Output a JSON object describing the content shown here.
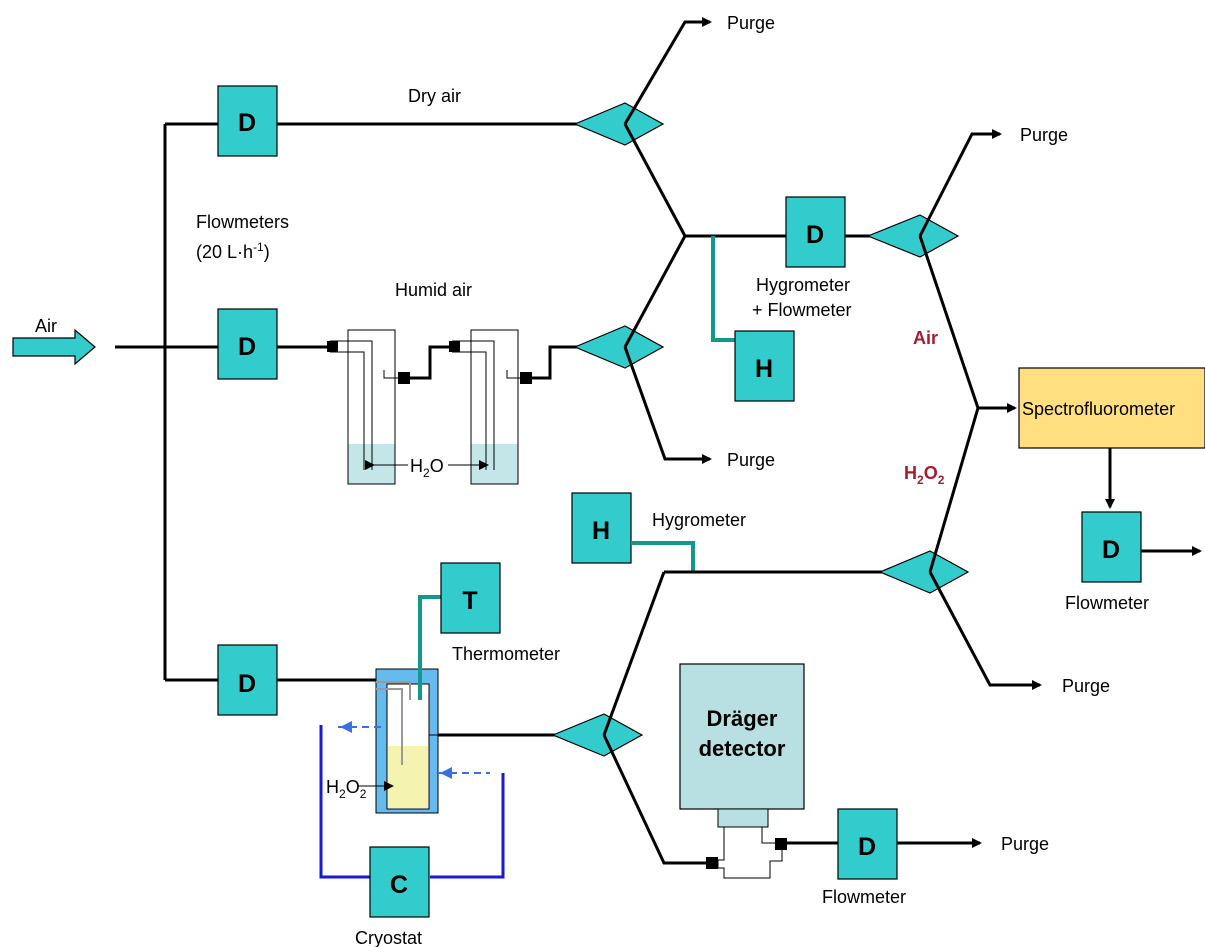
{
  "labels": {
    "air_in": "Air",
    "flowmeters_line1": "Flowmeters",
    "flowmeters_line2": "(20 L·h",
    "flowmeters_sup": "-1",
    "flowmeters_end": ")",
    "dry_air": "Dry air",
    "humid_air": "Humid air",
    "purge": "Purge",
    "hygrometer_flowmeter_line1": "Hygrometer",
    "hygrometer_flowmeter_line2": "+ Flowmeter",
    "air_branch": "Air",
    "h2o2_branch_a": "H",
    "h2o2_branch_sub1": "2",
    "h2o2_branch_b": "O",
    "h2o2_branch_sub2": "2",
    "spectrofluorometer": "Spectrofluorometer",
    "flowmeter": "Flowmeter",
    "hygrometer": "Hygrometer",
    "thermometer": "Thermometer",
    "cryostat": "Cryostat",
    "drager_line1": "Dräger",
    "drager_line2": "detector",
    "water_a": "H",
    "water_sub": "2",
    "water_b": "O",
    "peroxide_a": "H",
    "peroxide_sub1": "2",
    "peroxide_b": "O",
    "peroxide_sub2": "2"
  },
  "box_letters": {
    "flowmeter_device": "D",
    "hygrometer_device": "H",
    "thermometer_device": "T",
    "cryostat_device": "C"
  },
  "colors": {
    "device_fill": "#33cccc",
    "teal_line": "#11998f",
    "cryostat_loop": "#1a1ad2",
    "arrow_dashed": "#3b6fe6",
    "spectro_fill": "#ffdf80",
    "drager_fill": "#b8e0e2",
    "water_fill": "#c4e6e8",
    "peroxide_fill": "#f5f3b0",
    "jacket_fill": "#66bbee",
    "red_label": "#a31d2f"
  }
}
